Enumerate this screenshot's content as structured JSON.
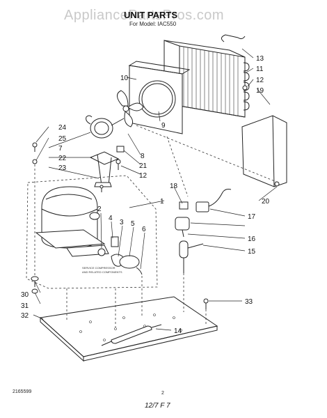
{
  "watermark": "AppliancePartsPros.com",
  "title": "UNIT PARTS",
  "subtitle": "For Model: IAC550",
  "inset_note_line1": "SERVICE COMPRESSOR",
  "inset_note_line2": "AND RELATED COMPONENTS",
  "doc_number": "2165599",
  "page_number": "2",
  "date_code": "12/7 F 7",
  "callouts": {
    "c1": "1",
    "c2": "2",
    "c3": "3",
    "c4": "4",
    "c5": "5",
    "c6": "6",
    "c7": "7",
    "c8": "8",
    "c9": "9",
    "c10": "10",
    "c11": "11",
    "c12a": "12",
    "c12b": "12",
    "c13": "13",
    "c14": "14",
    "c15": "15",
    "c16": "16",
    "c17": "17",
    "c18": "18",
    "c19": "19",
    "c20": "20",
    "c21": "21",
    "c22": "22",
    "c23": "23",
    "c24": "24",
    "c25": "25",
    "c30": "30",
    "c31": "31",
    "c32": "32",
    "c33": "33"
  }
}
